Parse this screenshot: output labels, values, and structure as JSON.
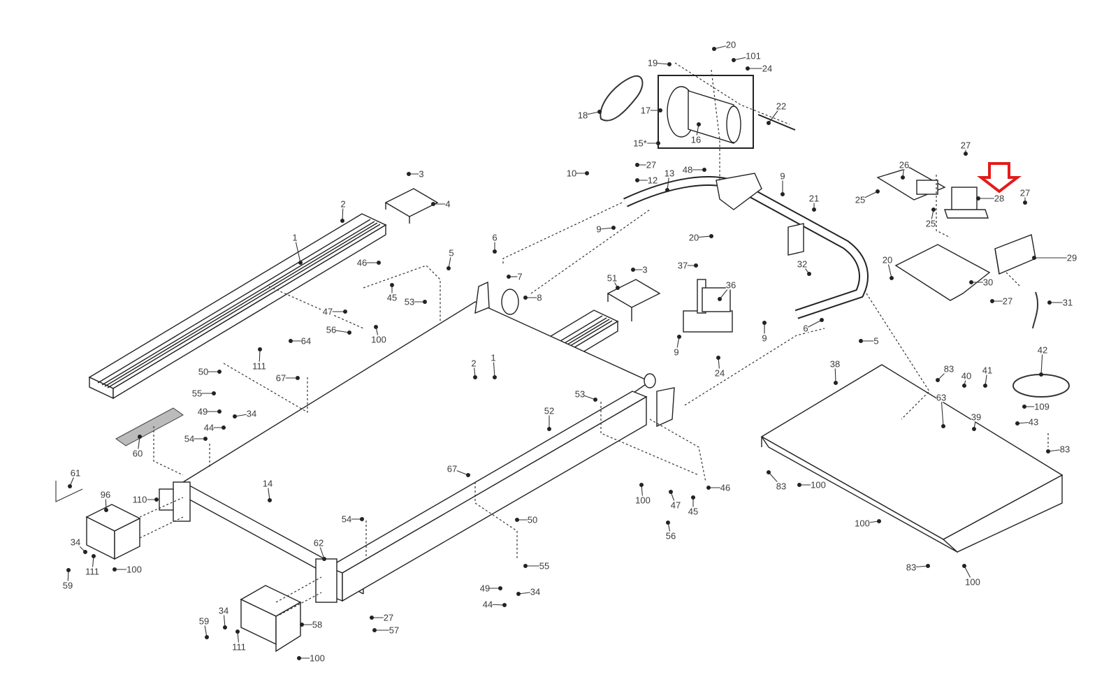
{
  "diagram": {
    "type": "exploded-parts-diagram",
    "subject": "treadmill frame and motor assembly",
    "highlight": {
      "color": "#e31b1b",
      "target_part": "28",
      "shape": "down-arrow"
    },
    "callouts": [
      {
        "id": "c20a",
        "text": "20"
      },
      {
        "id": "c101",
        "text": "101"
      },
      {
        "id": "c24a",
        "text": "24"
      },
      {
        "id": "c19",
        "text": "19"
      },
      {
        "id": "c18",
        "text": "18"
      },
      {
        "id": "c17",
        "text": "17"
      },
      {
        "id": "c16",
        "text": "16"
      },
      {
        "id": "c15",
        "text": "15*"
      },
      {
        "id": "c22",
        "text": "22"
      },
      {
        "id": "c10",
        "text": "10"
      },
      {
        "id": "c27a",
        "text": "27"
      },
      {
        "id": "c12",
        "text": "12"
      },
      {
        "id": "c48",
        "text": "48"
      },
      {
        "id": "c13",
        "text": "13"
      },
      {
        "id": "c9a",
        "text": "9"
      },
      {
        "id": "c21",
        "text": "21"
      },
      {
        "id": "c26",
        "text": "26"
      },
      {
        "id": "c25a",
        "text": "25"
      },
      {
        "id": "c25b",
        "text": "25"
      },
      {
        "id": "c27b",
        "text": "27"
      },
      {
        "id": "c28",
        "text": "28"
      },
      {
        "id": "c27c",
        "text": "27"
      },
      {
        "id": "c29",
        "text": "29"
      },
      {
        "id": "c30",
        "text": "30"
      },
      {
        "id": "c27d",
        "text": "27"
      },
      {
        "id": "c31",
        "text": "31"
      },
      {
        "id": "c20b",
        "text": "20"
      },
      {
        "id": "c3a",
        "text": "3"
      },
      {
        "id": "c4",
        "text": "4"
      },
      {
        "id": "c2a",
        "text": "2"
      },
      {
        "id": "c1a",
        "text": "1"
      },
      {
        "id": "c6a",
        "text": "6"
      },
      {
        "id": "c5a",
        "text": "5"
      },
      {
        "id": "c7",
        "text": "7"
      },
      {
        "id": "c8",
        "text": "8"
      },
      {
        "id": "c9b",
        "text": "9"
      },
      {
        "id": "c20c",
        "text": "20"
      },
      {
        "id": "c37",
        "text": "37"
      },
      {
        "id": "c36",
        "text": "36"
      },
      {
        "id": "c32",
        "text": "32"
      },
      {
        "id": "c3b",
        "text": "3"
      },
      {
        "id": "c51",
        "text": "51"
      },
      {
        "id": "c9c",
        "text": "9"
      },
      {
        "id": "c9d",
        "text": "9"
      },
      {
        "id": "c6b",
        "text": "6"
      },
      {
        "id": "c5b",
        "text": "5"
      },
      {
        "id": "c24b",
        "text": "24"
      },
      {
        "id": "c46a",
        "text": "46"
      },
      {
        "id": "c45a",
        "text": "45"
      },
      {
        "id": "c53a",
        "text": "53"
      },
      {
        "id": "c47a",
        "text": "47"
      },
      {
        "id": "c56a",
        "text": "56"
      },
      {
        "id": "c100a",
        "text": "100"
      },
      {
        "id": "c64",
        "text": "64"
      },
      {
        "id": "c111a",
        "text": "111"
      },
      {
        "id": "c50a",
        "text": "50"
      },
      {
        "id": "c67a",
        "text": "67"
      },
      {
        "id": "c55a",
        "text": "55"
      },
      {
        "id": "c49a",
        "text": "49"
      },
      {
        "id": "c34a",
        "text": "34"
      },
      {
        "id": "c44a",
        "text": "44"
      },
      {
        "id": "c54a",
        "text": "54"
      },
      {
        "id": "c60",
        "text": "60"
      },
      {
        "id": "c2b",
        "text": "2"
      },
      {
        "id": "c1b",
        "text": "1"
      },
      {
        "id": "c53b",
        "text": "53"
      },
      {
        "id": "c52",
        "text": "52"
      },
      {
        "id": "c14",
        "text": "14"
      },
      {
        "id": "c67b",
        "text": "67"
      },
      {
        "id": "c61",
        "text": "61"
      },
      {
        "id": "c96",
        "text": "96"
      },
      {
        "id": "c110",
        "text": "110"
      },
      {
        "id": "c34b",
        "text": "34"
      },
      {
        "id": "c111b",
        "text": "111"
      },
      {
        "id": "c100b",
        "text": "100"
      },
      {
        "id": "c59a",
        "text": "59"
      },
      {
        "id": "c54b",
        "text": "54"
      },
      {
        "id": "c50b",
        "text": "50"
      },
      {
        "id": "c62",
        "text": "62"
      },
      {
        "id": "c55b",
        "text": "55"
      },
      {
        "id": "c49b",
        "text": "49"
      },
      {
        "id": "c34c",
        "text": "34"
      },
      {
        "id": "c44b",
        "text": "44"
      },
      {
        "id": "c27e",
        "text": "27"
      },
      {
        "id": "c57",
        "text": "57"
      },
      {
        "id": "c59b",
        "text": "59"
      },
      {
        "id": "c34d",
        "text": "34"
      },
      {
        "id": "c111c",
        "text": "111"
      },
      {
        "id": "c58",
        "text": "58"
      },
      {
        "id": "c100c",
        "text": "100"
      },
      {
        "id": "c100d",
        "text": "100"
      },
      {
        "id": "c47b",
        "text": "47"
      },
      {
        "id": "c46b",
        "text": "46"
      },
      {
        "id": "c45b",
        "text": "45"
      },
      {
        "id": "c56b",
        "text": "56"
      },
      {
        "id": "c38",
        "text": "38"
      },
      {
        "id": "c83a",
        "text": "83"
      },
      {
        "id": "c40",
        "text": "40"
      },
      {
        "id": "c41",
        "text": "41"
      },
      {
        "id": "c42",
        "text": "42"
      },
      {
        "id": "c63",
        "text": "63"
      },
      {
        "id": "c109",
        "text": "109"
      },
      {
        "id": "c39",
        "text": "39"
      },
      {
        "id": "c43",
        "text": "43"
      },
      {
        "id": "c83b",
        "text": "83"
      },
      {
        "id": "c83c",
        "text": "83"
      },
      {
        "id": "c100e",
        "text": "100"
      },
      {
        "id": "c100f",
        "text": "100"
      },
      {
        "id": "c83d",
        "text": "83"
      },
      {
        "id": "c100g",
        "text": "100"
      }
    ]
  }
}
